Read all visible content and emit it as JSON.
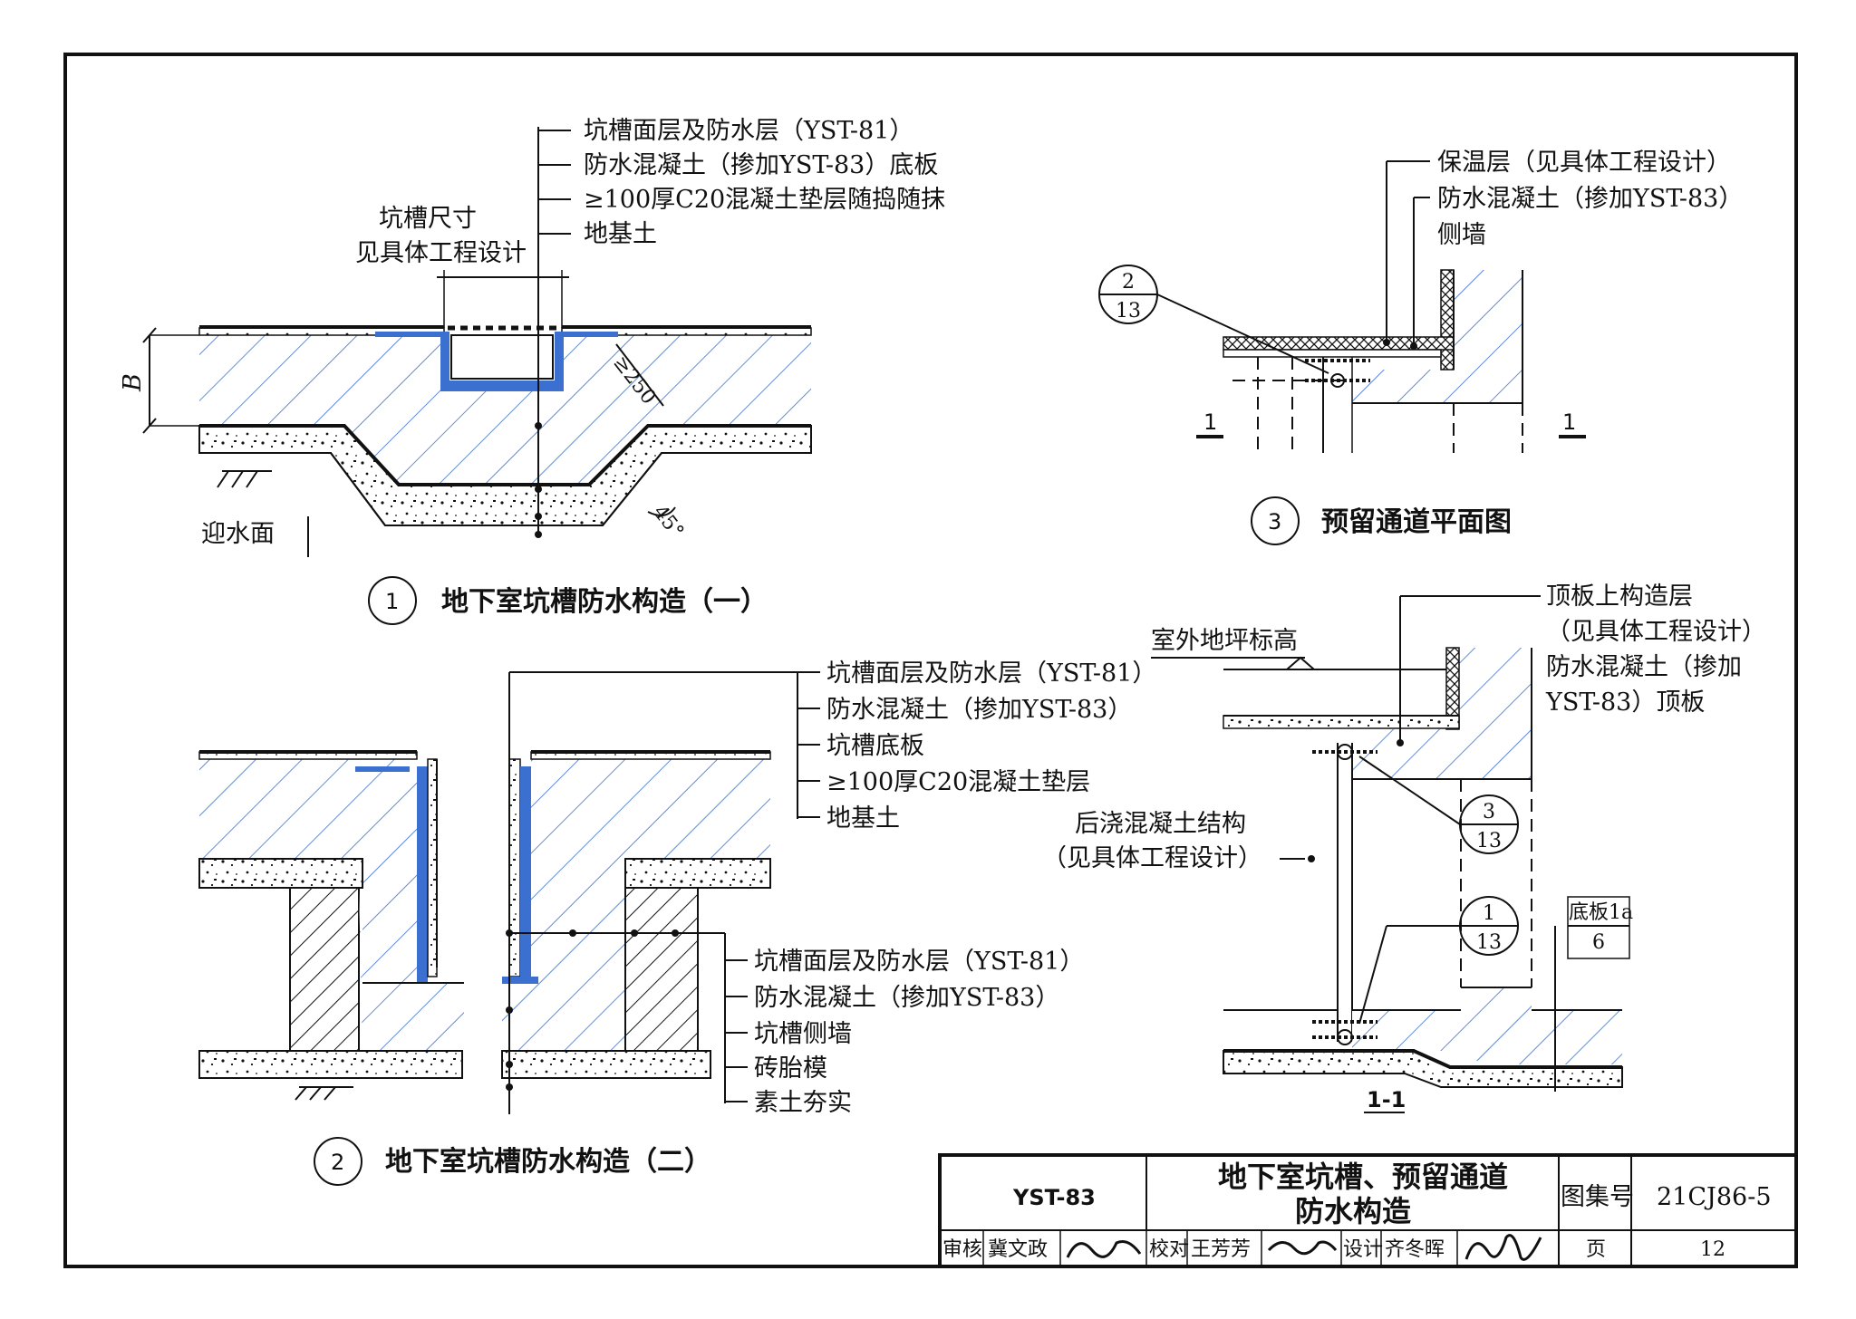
{
  "detail1": {
    "labels": [
      "坑槽面层及防水层（YST-81）",
      "防水混凝土（掺加YST-83）底板",
      "≥100厚C20混凝土垫层随捣随抹",
      "地基土"
    ],
    "size_note_1": "坑槽尺寸",
    "size_note_2": "见具体工程设计",
    "dim_B": "B",
    "dim_250": "≥250",
    "dim_45": "45°",
    "water_face": "迎水面",
    "num": "1",
    "title": "地下室坑槽防水构造（一）"
  },
  "detail2": {
    "labels_top": [
      "坑槽面层及防水层（YST-81）",
      "防水混凝土（掺加YST-83）",
      "坑槽底板",
      "≥100厚C20混凝土垫层",
      "地基土"
    ],
    "labels_bottom": [
      "坑槽面层及防水层（YST-81）",
      "防水混凝土（掺加YST-83）",
      "坑槽侧墙",
      "砖胎模",
      "素土夯实"
    ],
    "num": "2",
    "title": "地下室坑槽防水构造（二）"
  },
  "detail3": {
    "labels": [
      "保温层（见具体工程设计）",
      "防水混凝土（掺加YST-83）",
      "侧墙"
    ],
    "ref_top": "2",
    "ref_bottom": "13",
    "section_mark": "1",
    "num": "3",
    "title": "预留通道平面图"
  },
  "section11": {
    "labels_right": [
      "顶板上构造层",
      "（见具体工程设计）",
      "防水混凝土（掺加",
      "YST-83）顶板"
    ],
    "grade_label": "室外地坪标高",
    "post_cast_1": "后浇混凝土结构",
    "post_cast_2": "（见具体工程设计）",
    "ref_a_top": "3",
    "ref_a_bottom": "13",
    "ref_b_top": "1",
    "ref_b_bottom": "13",
    "ref_c_top": "底板1a",
    "ref_c_bottom": "6",
    "title": "1-1"
  },
  "title_block": {
    "product": "YST-83",
    "drawing_title_1": "地下室坑槽、预留通道",
    "drawing_title_2": "防水构造",
    "atlas_label": "图集号",
    "atlas_no": "21CJ86-5",
    "review_label": "审核",
    "reviewer": "冀文政",
    "check_label": "校对",
    "checker": "王芳芳",
    "design_label": "设计",
    "designer": "齐冬晖",
    "page_label": "页",
    "page_no": "12"
  }
}
